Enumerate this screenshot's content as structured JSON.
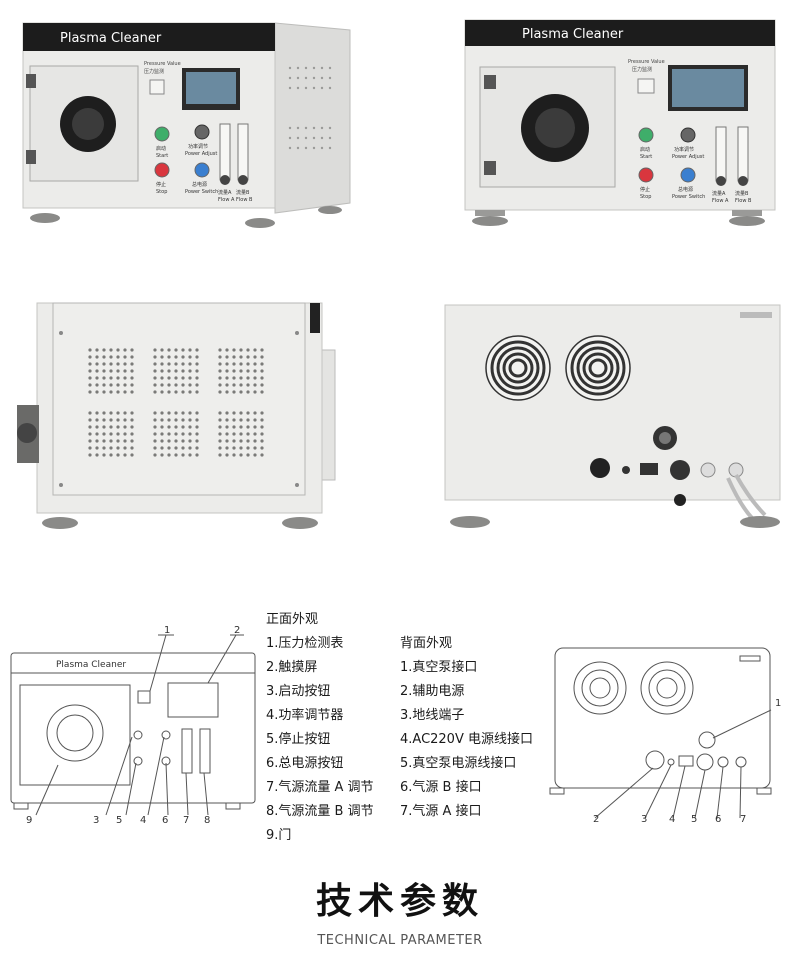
{
  "photos": {
    "front_left_brand": "Plasma Cleaner",
    "front_right_brand": "Plasma Cleaner",
    "pressure_label_en": "Pressure Value",
    "pressure_label_cn": "压力监测",
    "start_cn": "启动",
    "start_en": "Start",
    "stop_cn": "停止",
    "stop_en": "Stop",
    "power_adjust_cn": "功率调节",
    "power_adjust_en": "Power Adjust",
    "power_switch_cn": "总电源",
    "power_switch_en": "Power Switch",
    "flow_a_cn": "流量A",
    "flow_a_en": "Flow A",
    "flow_b_cn": "流量B",
    "flow_b_en": "Flow B"
  },
  "front_list": {
    "title": "正面外观",
    "items": [
      "1.压力检测表",
      "2.触摸屏",
      "3.启动按钮",
      "4.功率调节器",
      "5.停止按钮",
      "6.总电源按钮",
      "7.气源流量 A 调节",
      "8.气源流量 B 调节",
      "9.门"
    ]
  },
  "back_list": {
    "title": "背面外观",
    "items": [
      "1.真空泵接口",
      "2.辅助电源",
      "3.地线端子",
      "4.AC220V 电源线接口",
      "5.真空泵电源线接口",
      "6.气源 B 接口",
      "7.气源 A 接口"
    ]
  },
  "front_diagram": {
    "brand": "Plasma Cleaner",
    "callouts": [
      "1",
      "2",
      "3",
      "5",
      "4",
      "6",
      "7",
      "8",
      "9"
    ]
  },
  "back_diagram": {
    "callouts": [
      "1",
      "2",
      "3",
      "4",
      "5",
      "6",
      "7"
    ]
  },
  "section": {
    "title": "技术参数",
    "subtitle": "TECHNICAL PARAMETER"
  },
  "colors": {
    "body": "#ececea",
    "topbar": "#1c1c1c",
    "start_green": "#3fae6a",
    "stop_red": "#d9363e",
    "switch_blue": "#3a7fd0"
  }
}
